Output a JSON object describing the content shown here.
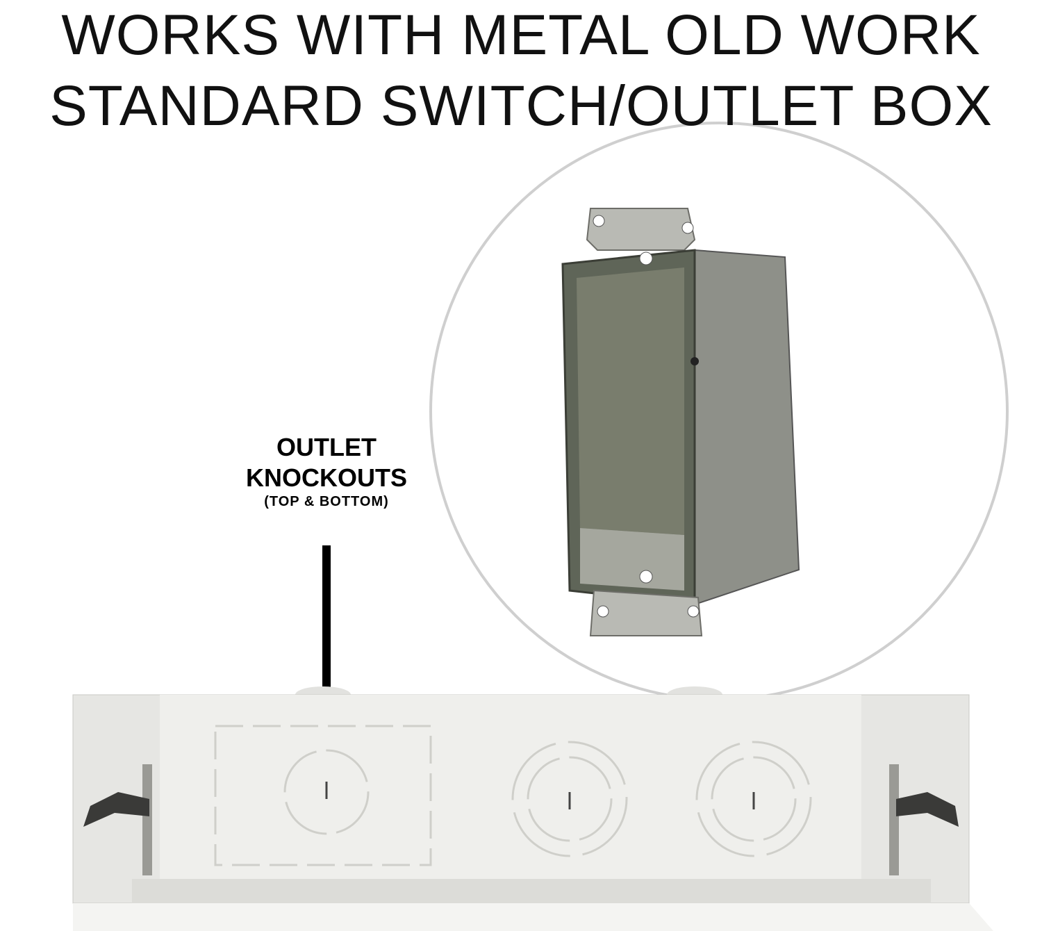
{
  "headline": {
    "line1": "WORKS WITH METAL OLD WORK",
    "line2": "STANDARD SWITCH/OUTLET BOX"
  },
  "callout": {
    "line1": "OUTLET",
    "line2": "KNOCKOUTS",
    "line3": "(TOP & BOTTOM)"
  },
  "colors": {
    "background": "#ffffff",
    "text": "#111111",
    "enclosure": "#ececea",
    "metal_box": "#7d8078"
  }
}
